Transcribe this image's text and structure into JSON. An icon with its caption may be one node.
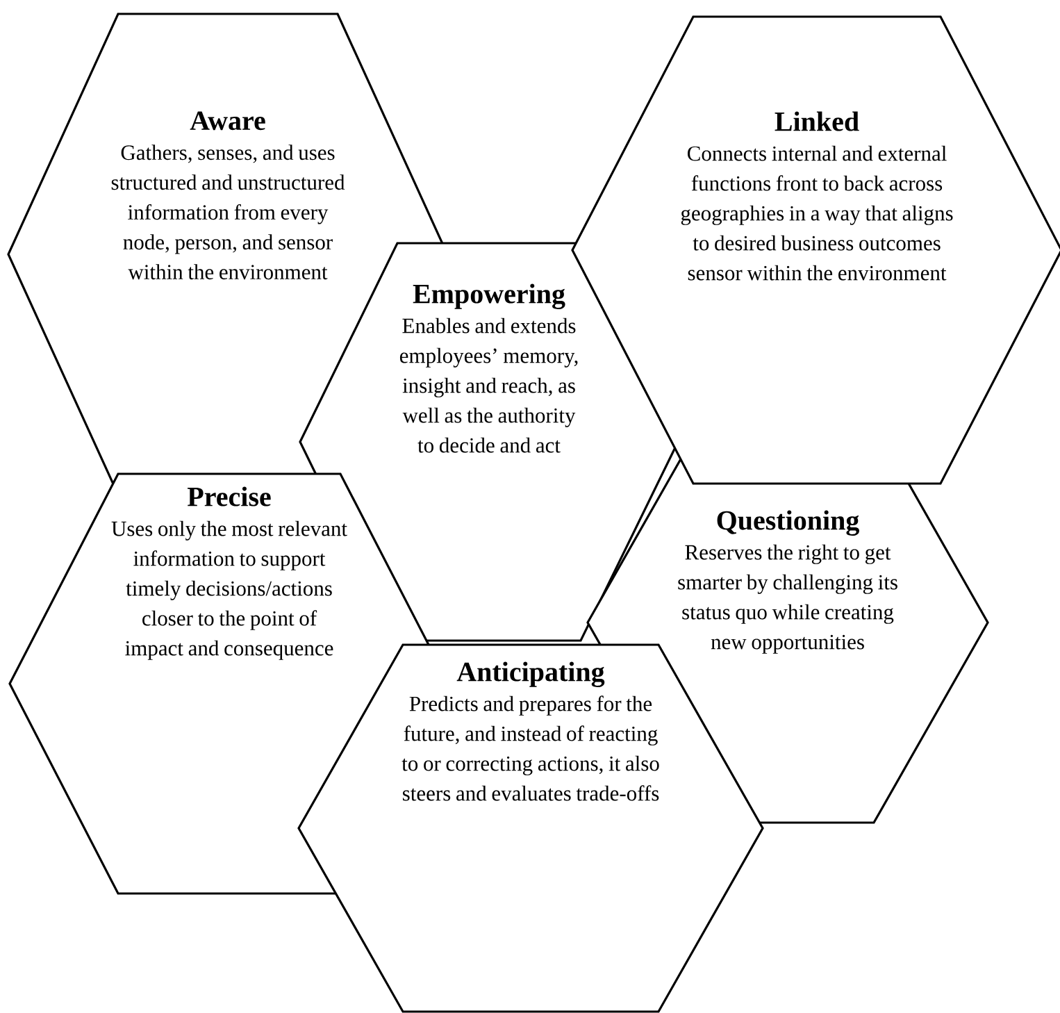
{
  "diagram": {
    "nodes": [
      {
        "text": [
          "Aware",
          "Gathers, senses, and uses structured and unstructured information from every node, person, and sensor within the environment"
        ]
      },
      {
        "text": [
          "Linked",
          "Connects internal and external functions front to back across geographies in a way that aligns to desired business outcomes sensor within the environment"
        ]
      },
      {
        "text": [
          "Empowering",
          "Enables and extends employees’ memory, insight and reach, as well as the authority to decide and act"
        ]
      },
      {
        "text": [
          "Questioning",
          "Reserves the right to get smarter by challenging its status quo while creating new opportunities"
        ]
      },
      {
        "text": [
          "Precise",
          "Uses only the most relevant information to support timely decisions/actions closer to the point of impact and consequence"
        ]
      },
      {
        "text": [
          "Anticipating",
          "Predicts and prepares for the future, and instead of reacting to or correcting actions, it also steers and evaluates trade-offs"
        ]
      }
    ]
  }
}
